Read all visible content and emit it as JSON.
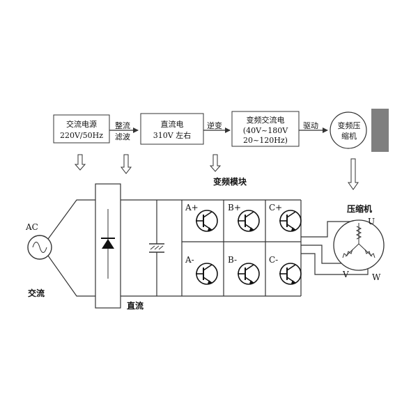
{
  "blocks": {
    "ac_source": {
      "line1": "交流电源",
      "line2": "220V/50Hz"
    },
    "rect_filter": {
      "line1": "整流",
      "line2": "滤波"
    },
    "dc_supply": {
      "line1": "直流电",
      "line2": "310V 左右"
    },
    "inverter_label": "逆变",
    "vf_ac": {
      "line1": "变频交流电",
      "line2": "(40V~180V",
      "line3": "20~120Hz)"
    },
    "drive_label": "驱动",
    "compressor": {
      "line1": "变频压",
      "line2": "缩机"
    }
  },
  "labels": {
    "inverter_module": "变频模块",
    "compressor": "压缩机",
    "ac": "交流",
    "ac_symbol": "AC",
    "dc": "直流",
    "a_plus": "A+",
    "b_plus": "B+",
    "c_plus": "C+",
    "a_minus": "A-",
    "b_minus": "B-",
    "c_minus": "C-",
    "phase_u": "U",
    "phase_v": "V",
    "phase_w": "W"
  },
  "colors": {
    "line": "#333333",
    "side_bar": "#7f7f7f"
  }
}
